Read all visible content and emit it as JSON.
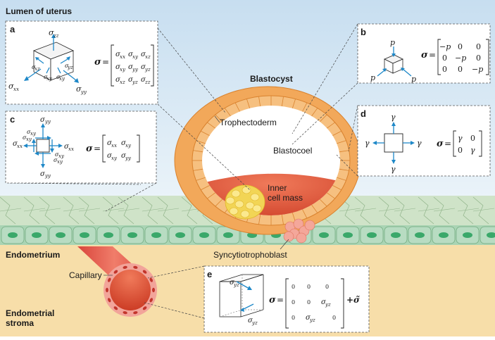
{
  "regions": {
    "lumen": "Lumen of uterus",
    "endometrium": "Endometrium",
    "stroma_line1": "Endometrial",
    "stroma_line2": "stroma"
  },
  "labels": {
    "blastocyst": "Blastocyst",
    "trophectoderm": "Trophectoderm",
    "blastocoel": "Blastocoel",
    "inner_line1": "Inner",
    "inner_line2": "cell mass",
    "syncytio": "Syncytiotrophoblast",
    "capillary": "Capillary"
  },
  "panels": {
    "a": "a",
    "b": "b",
    "c": "c",
    "d": "d",
    "e": "e"
  },
  "math": {
    "sigma": "σ",
    "sigma_bold": "σ",
    "equals": "=",
    "p": "p",
    "neg_p": "−p",
    "gamma": "γ",
    "zero": "0",
    "plus_sigma_tilde": "+σ̃",
    "sub_xx": "xx",
    "sub_yy": "yy",
    "sub_zz": "zz",
    "sub_xy": "xy",
    "sub_xz": "xz",
    "sub_yz": "yz"
  },
  "colors": {
    "lumen_top": "#c9dff0",
    "lumen_bottom": "#e8f1f8",
    "epithelium": "#cfe3c8",
    "endometrium_cells": "#b8dcc2",
    "nuclei": "#3aa86a",
    "stroma": "#f6dda6",
    "trophectoderm": "#f0a050",
    "inner_mass": "#f2d555",
    "fluid": "#e0442a",
    "arrows": "#1e88c8",
    "capillary": "#e8564a"
  }
}
